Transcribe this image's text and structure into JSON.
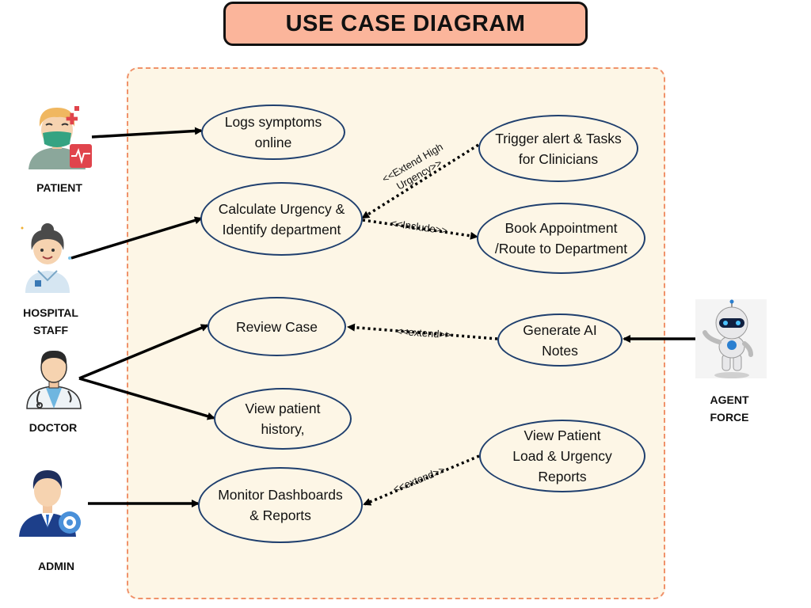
{
  "title": "USE CASE DIAGRAM",
  "actors": {
    "patient": "PATIENT",
    "hospital_staff_line1": "HOSPITAL",
    "hospital_staff_line2": "STAFF",
    "doctor": "DOCTOR",
    "admin": "ADMIN",
    "agent_force_line1": "AGENT",
    "agent_force_line2": "FORCE"
  },
  "use_cases": {
    "logs_symptoms": [
      "Logs symptoms",
      "online"
    ],
    "calculate_urgency": [
      "Calculate Urgency &",
      "Identify department"
    ],
    "trigger_alert": [
      "Trigger alert & Tasks",
      "for Clinicians"
    ],
    "book_appointment": [
      "Book Appointment",
      "/Route to Department"
    ],
    "review_case": [
      "Review Case"
    ],
    "generate_ai_notes": [
      "Generate AI",
      "Notes"
    ],
    "view_patient_history": [
      "View patient",
      "history,"
    ],
    "monitor_dashboards": [
      "Monitor Dashboards",
      "& Reports"
    ],
    "view_patient_load": [
      "View Patient",
      "Load & Urgency",
      "Reports"
    ]
  },
  "relationships": {
    "extend_high_urgency_line1": "<<Extend High",
    "extend_high_urgency_line2": "Urgency>>",
    "include": "<<Include>>",
    "extend_ai_notes": "<<extend>>",
    "extend_reports": "<<extend>>"
  },
  "colors": {
    "title_fill": "#fbb59b",
    "boundary_fill": "#fdf6e6",
    "boundary_stroke": "#f0926a",
    "use_case_stroke": "#1f3f6e"
  }
}
